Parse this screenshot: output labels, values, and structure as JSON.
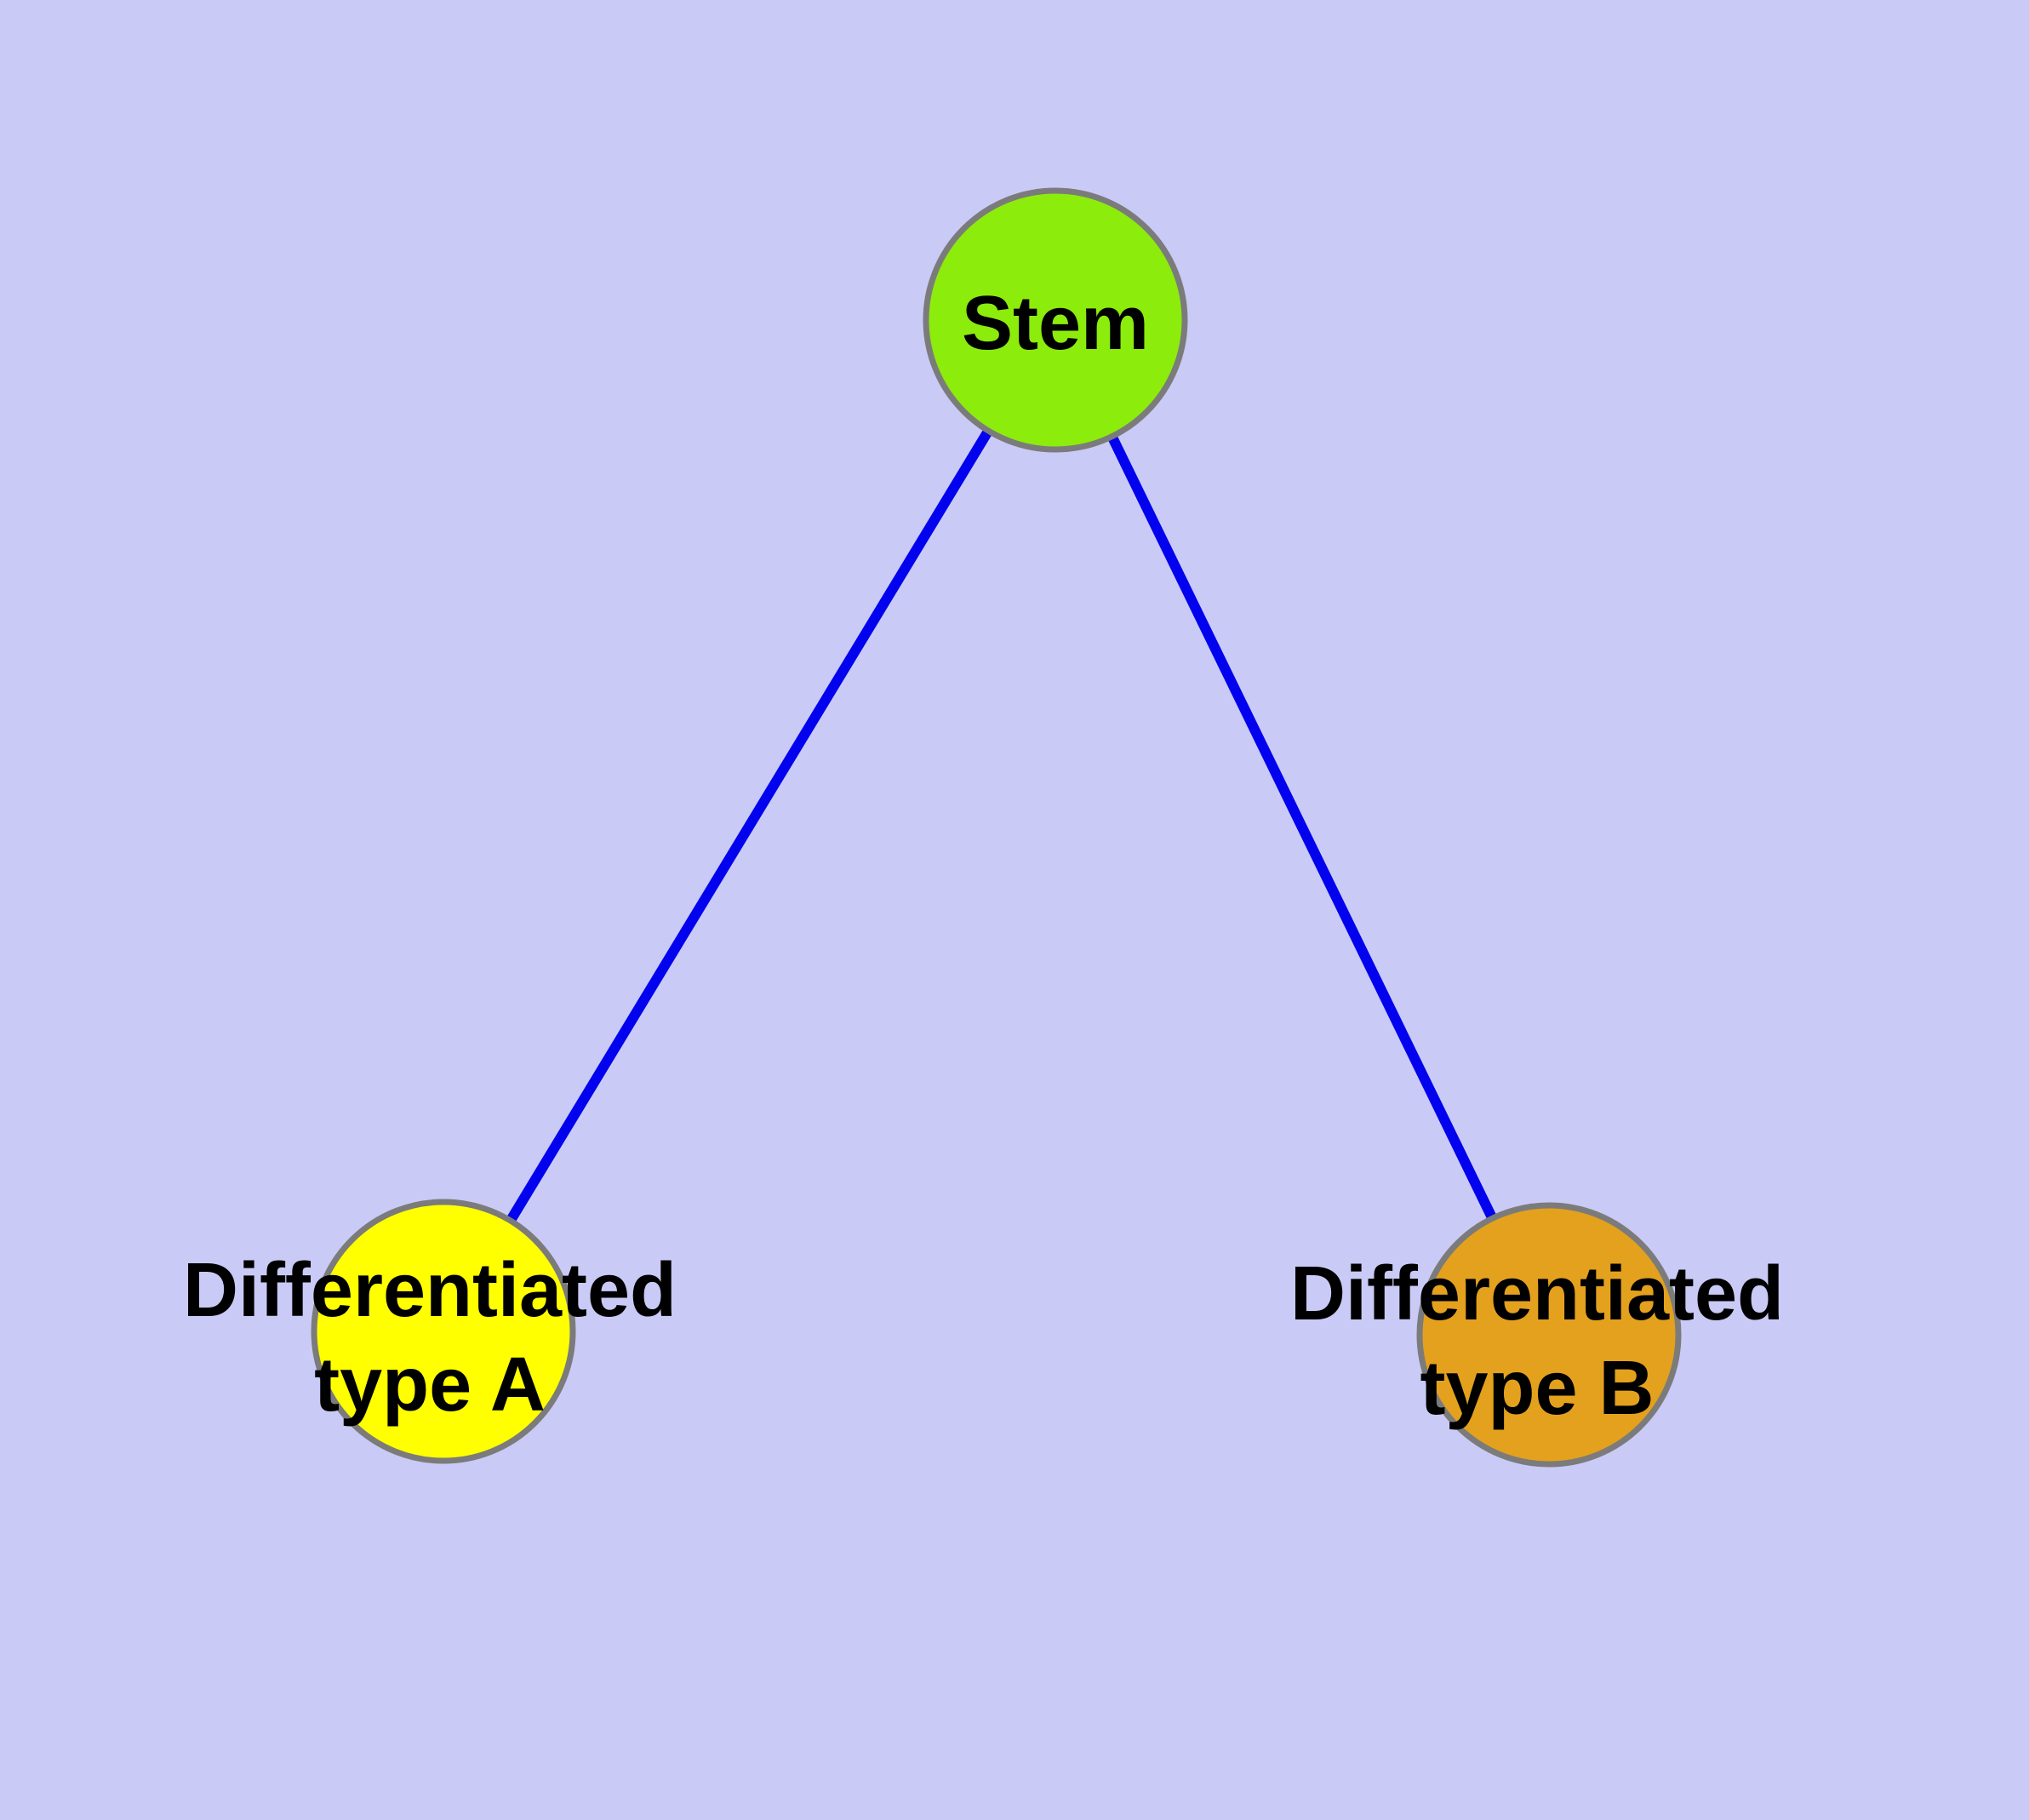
{
  "diagram": {
    "background_color": "#cacaf6",
    "edge_color": "#0202ee",
    "node_border_color": "#7b7b7b",
    "label_color": "#000000",
    "nodes": {
      "stem": {
        "label": "Stem",
        "fill_color": "#8cec0c"
      },
      "type_a": {
        "label_line1": "Differentiated",
        "label_line2": "type A",
        "fill_color": "#ffff00"
      },
      "type_b": {
        "label_line1": "Differentiated",
        "label_line2": "type B",
        "fill_color": "#e4a11e"
      }
    },
    "edges": [
      {
        "from": "Stem",
        "to": "Differentiated type A"
      },
      {
        "from": "Stem",
        "to": "Differentiated type B"
      }
    ]
  }
}
